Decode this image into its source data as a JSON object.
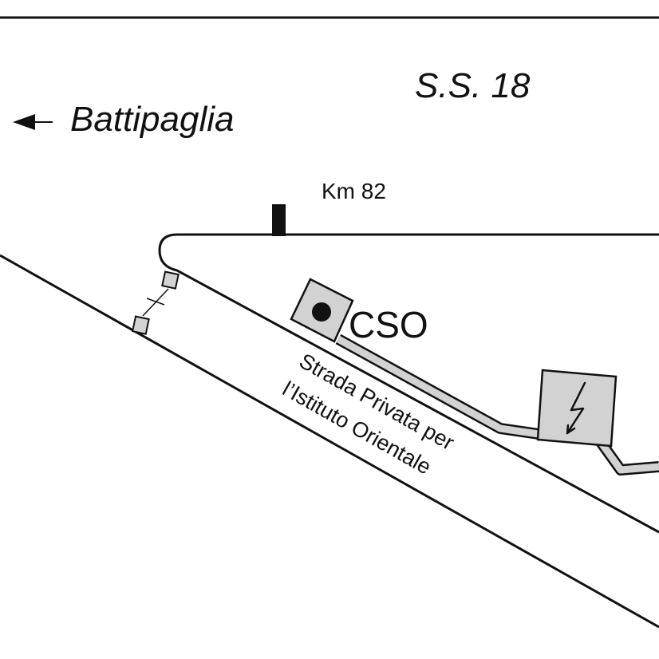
{
  "map": {
    "road_name": "S.S. 18",
    "direction_label": "Battipaglia",
    "km_marker_label": "Km 82",
    "station_label": "CSO",
    "private_road_line1": "Strada Privata per",
    "private_road_line2": "l’Istituto Orientale",
    "icons": {
      "direction_arrow": "arrow-left-icon",
      "station_marker": "station-dot-icon",
      "electric_cabinet": "lightning-bolt-icon"
    },
    "colors": {
      "ink": "#111111",
      "box_fill": "#d2d2d2",
      "background": "#ffffff"
    }
  }
}
